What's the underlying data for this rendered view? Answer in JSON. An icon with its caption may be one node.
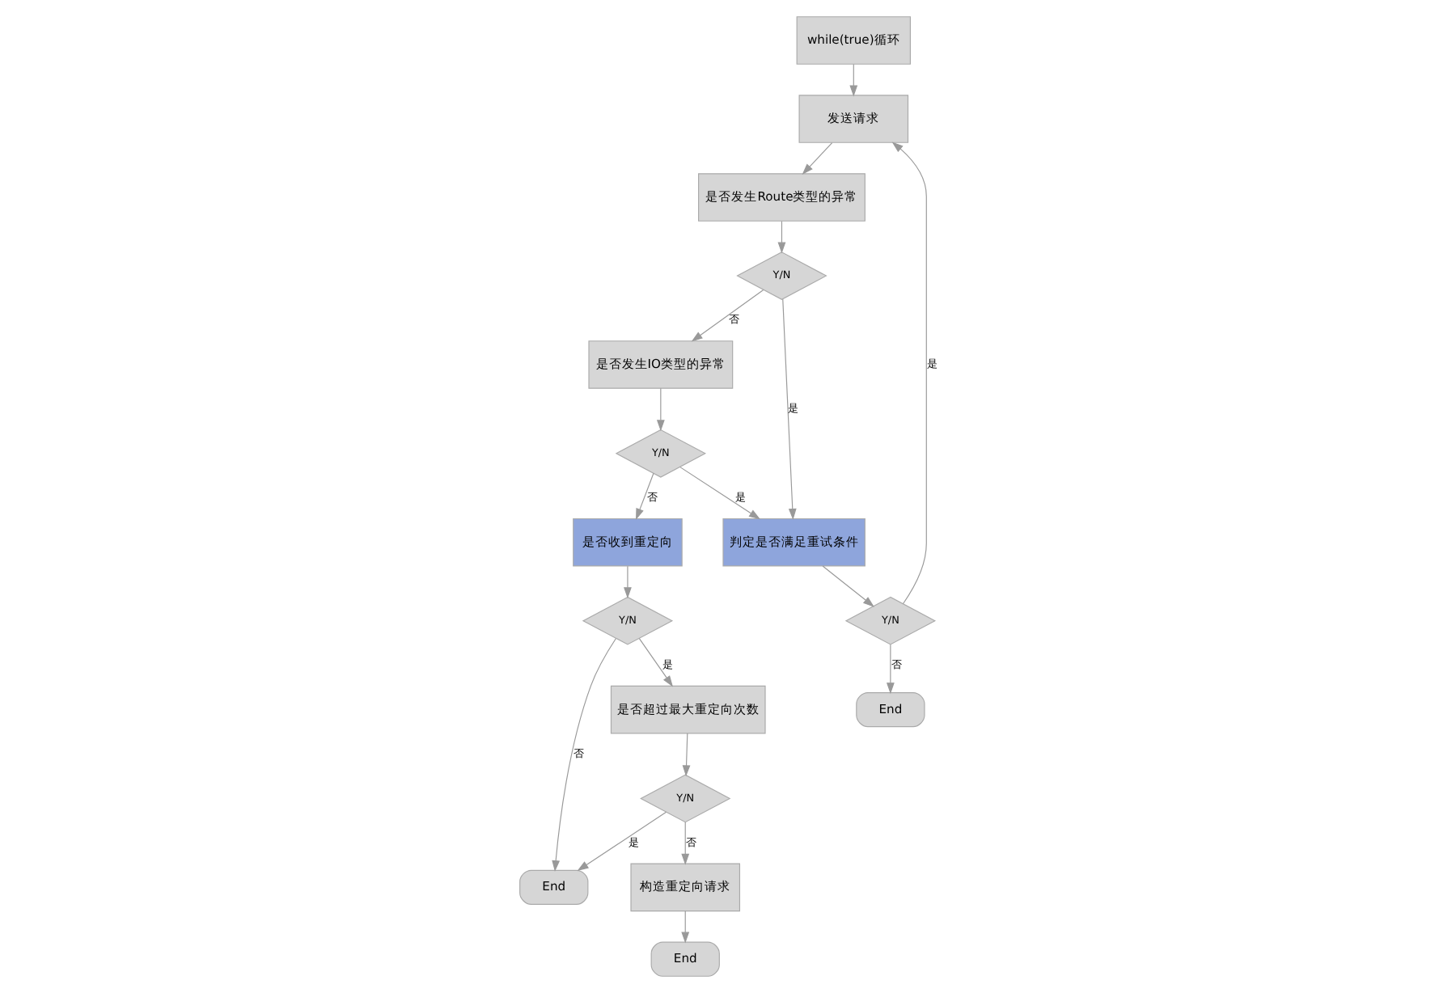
{
  "diagram": {
    "nodes": [
      {
        "text": [
          "while(true)循环"
        ]
      },
      {
        "text": [
          "发送请求"
        ]
      },
      {
        "text": [
          "是否发生Route类型的异常"
        ]
      },
      {
        "text": [
          "Y/N"
        ]
      },
      {
        "text": [
          "判定是否满足重试条件"
        ]
      },
      {
        "text": [
          "Y/N"
        ]
      },
      {
        "text": [
          "End"
        ]
      },
      {
        "text": [
          "是否发生IO类型的异常"
        ]
      },
      {
        "text": [
          "Y/N"
        ]
      },
      {
        "text": [
          "是否收到重定向"
        ]
      },
      {
        "text": [
          "Y/N"
        ]
      },
      {
        "text": [
          "End"
        ]
      },
      {
        "text": [
          "是否超过最大重定向次数"
        ]
      },
      {
        "text": [
          "Y/N"
        ]
      },
      {
        "text": [
          "构造重定向请求"
        ]
      },
      {
        "text": [
          "End"
        ]
      }
    ],
    "edges": [
      {
        "from": 0,
        "to": 1,
        "arrow": "to"
      },
      {
        "from": 1,
        "to": 2,
        "arrow": "to"
      },
      {
        "from": 2,
        "to": 3,
        "arrow": "to"
      },
      {
        "from": 3,
        "to": 4,
        "arrow": "to",
        "label": "是"
      },
      {
        "from": 3,
        "to": 7,
        "arrow": "to",
        "label": "否"
      },
      {
        "from": 4,
        "to": 5,
        "arrow": "to"
      },
      {
        "from": 5,
        "to": 1,
        "arrow": "to",
        "label": "是"
      },
      {
        "from": 5,
        "to": 6,
        "arrow": "to",
        "label": "否"
      },
      {
        "from": 7,
        "to": 8,
        "arrow": "to"
      },
      {
        "from": 8,
        "to": 4,
        "arrow": "to",
        "label": "是"
      },
      {
        "from": 8,
        "to": 9,
        "arrow": "to",
        "label": "否"
      },
      {
        "from": 9,
        "to": 10,
        "arrow": "to"
      },
      {
        "from": 10,
        "to": 11,
        "arrow": "to",
        "label": "否"
      },
      {
        "from": 10,
        "to": 12,
        "arrow": "to",
        "label": "是"
      },
      {
        "from": 12,
        "to": 13,
        "arrow": "to"
      },
      {
        "from": 13,
        "to": 11,
        "arrow": "to",
        "label": "是"
      },
      {
        "from": 13,
        "to": 14,
        "arrow": "to",
        "label": "否"
      },
      {
        "from": 14,
        "to": 15,
        "arrow": "to"
      }
    ]
  }
}
